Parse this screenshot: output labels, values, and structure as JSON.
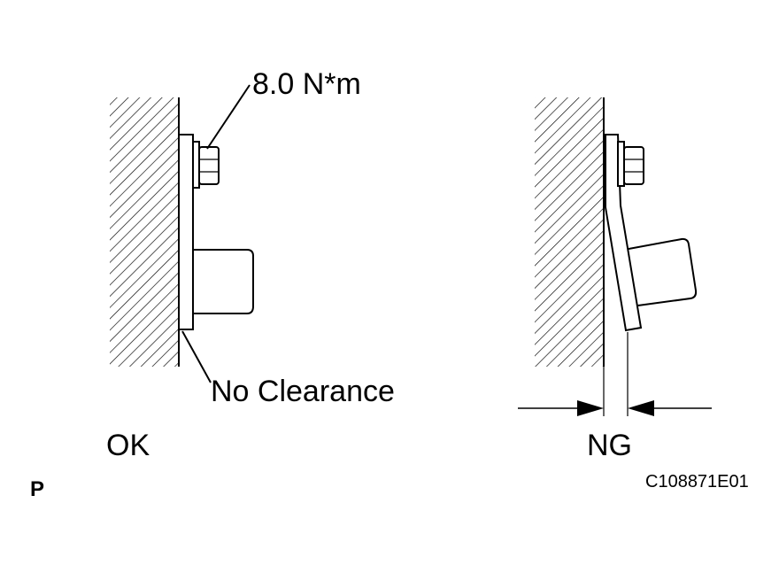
{
  "labels": {
    "torque": "8.0 N*m",
    "no_clearance": "No Clearance",
    "ok": "OK",
    "ng": "NG",
    "corner_mark": "P",
    "figure_code": "C108871E01"
  },
  "colors": {
    "line": "#000000",
    "background": "#ffffff"
  }
}
